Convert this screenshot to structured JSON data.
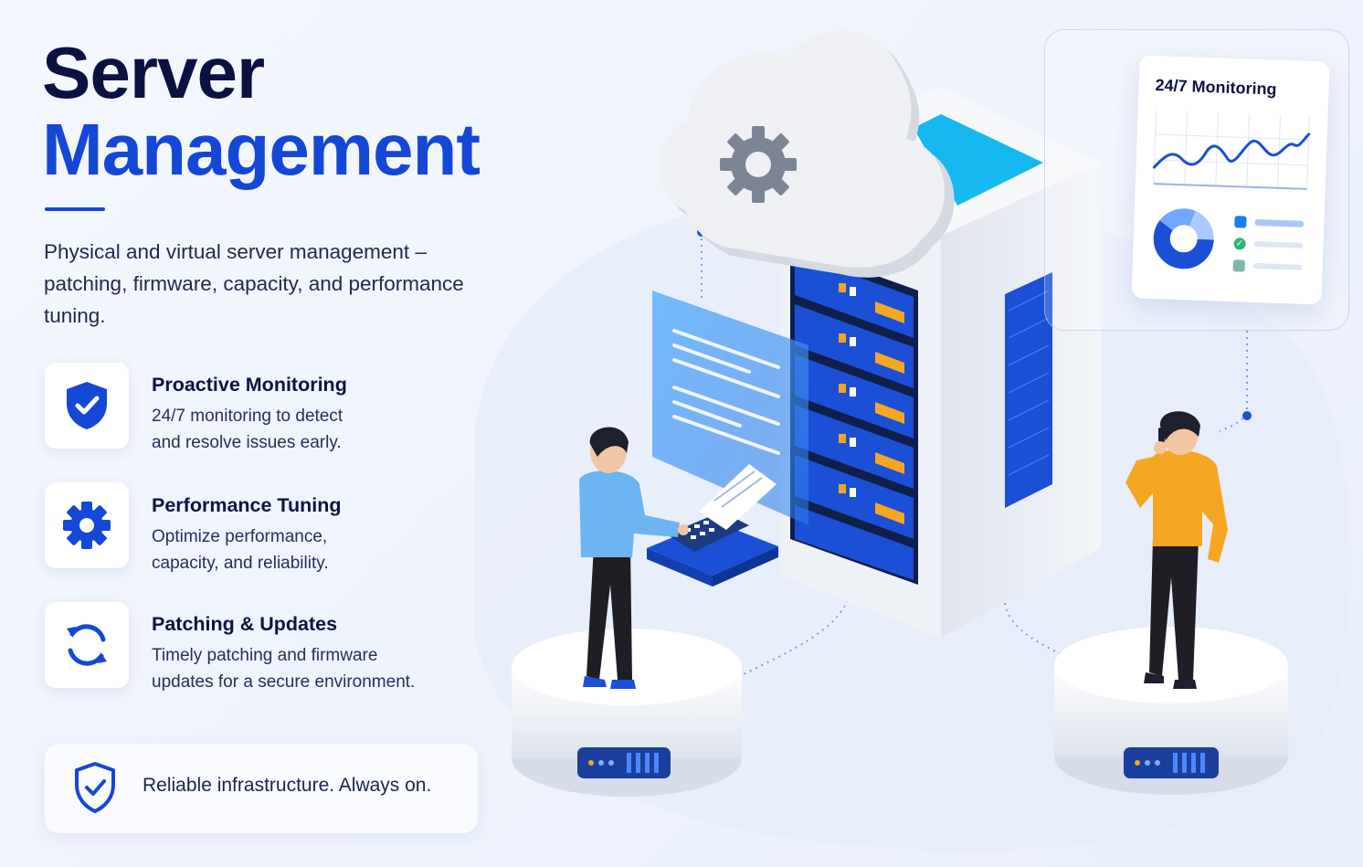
{
  "heading": {
    "line1": "Server",
    "line2": "Management"
  },
  "description": "Physical and virtual server management – patching, firmware, capacity, and performance tuning.",
  "features": [
    {
      "icon": "shield-check-icon",
      "title": "Proactive Monitoring",
      "line1": "24/7 monitoring to detect",
      "line2": "and resolve issues early."
    },
    {
      "icon": "gear-icon",
      "title": "Performance Tuning",
      "line1": "Optimize performance,",
      "line2": "capacity, and reliability."
    },
    {
      "icon": "refresh-icon",
      "title": "Patching & Updates",
      "line1": "Timely patching and firmware",
      "line2": "updates for a secure environment."
    }
  ],
  "tagline": {
    "icon": "shield-check-icon",
    "text": "Reliable infrastructure. Always on."
  },
  "monitoring_panel": {
    "title": "24/7 Monitoring",
    "icons": [
      "line-chart-icon",
      "donut-chart-icon",
      "legend-square-icon",
      "check-circle-icon",
      "legend-square-icon"
    ]
  },
  "colors": {
    "brand_navy": "#0b1242",
    "brand_blue": "#1447d6",
    "server_blue": "#1a4fd6",
    "accent_cyan": "#15b8ef",
    "accent_orange": "#f5a623",
    "panel_green": "#2bb673"
  }
}
